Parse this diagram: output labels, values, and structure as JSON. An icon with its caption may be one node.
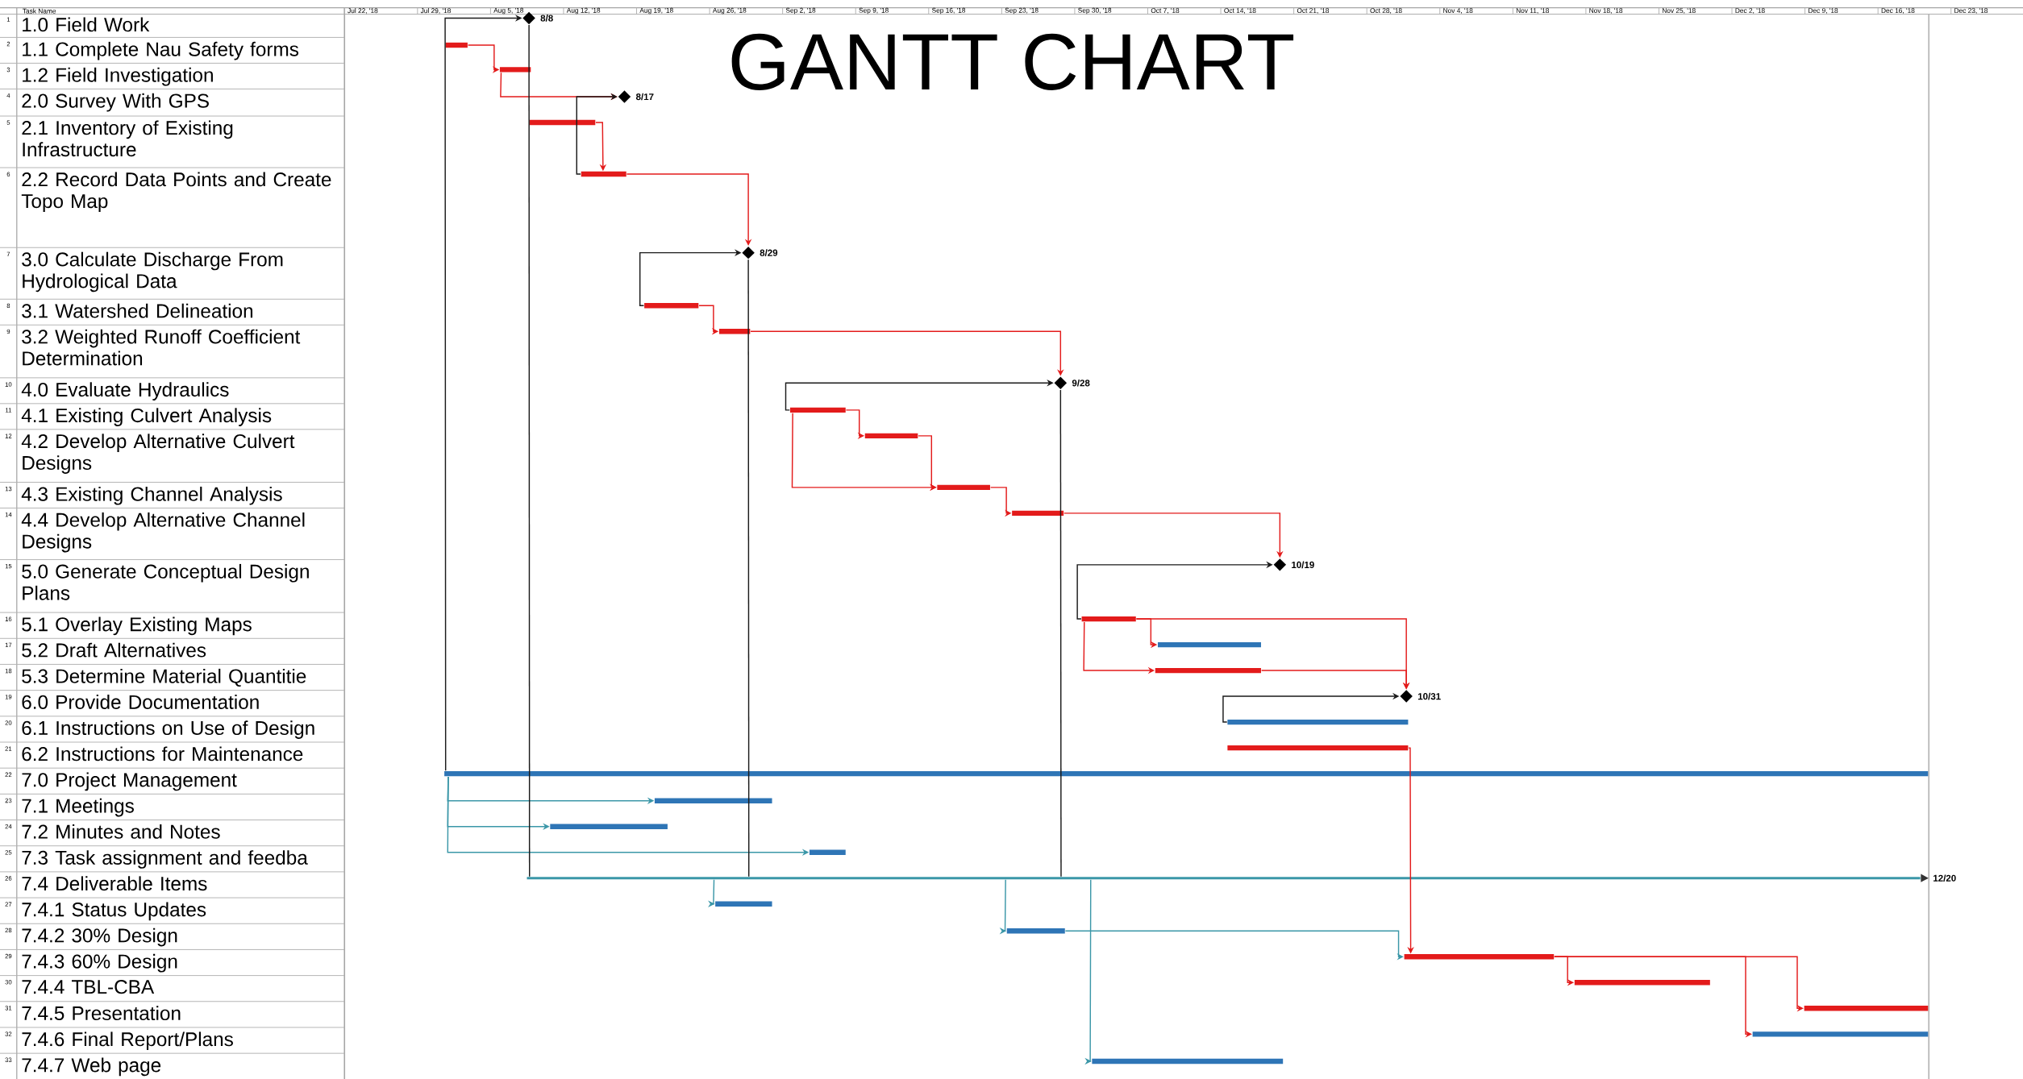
{
  "diagram": {
    "title": "GANTT CHART",
    "nodes": [
      {
        "text": [
          "1.0 Field Work"
        ]
      },
      {
        "text": [
          "1.1 Complete Nau Safety forms"
        ]
      },
      {
        "text": [
          "1.2 Field Investigation"
        ]
      },
      {
        "text": [
          "2.0 Survey With GPS"
        ]
      },
      {
        "text": [
          "2.1 Inventory of Existing Infrastructure"
        ]
      },
      {
        "text": [
          "2.2 Record Data Points and Create Topo Map"
        ]
      },
      {
        "text": [
          "3.0 Calculate Discharge From Hydrological Data"
        ]
      },
      {
        "text": [
          "3.1 Watershed Delineation"
        ]
      },
      {
        "text": [
          "3.2 Weighted Runoff Coefficient Determination"
        ]
      },
      {
        "text": [
          "4.0 Evaluate Hydraulics"
        ]
      },
      {
        "text": [
          "4.1 Existing Culvert Analysis"
        ]
      },
      {
        "text": [
          "4.2 Develop Alternative Culvert Designs"
        ]
      },
      {
        "text": [
          "4.3 Existing Channel Analysis"
        ]
      },
      {
        "text": [
          "4.4 Develop Alternative Channel Designs"
        ]
      },
      {
        "text": [
          "5.0 Generate Conceptual Design Plans"
        ]
      },
      {
        "text": [
          "5.1 Overlay Existing Maps"
        ]
      },
      {
        "text": [
          "5.2 Draft Alternatives"
        ]
      },
      {
        "text": [
          "5.3 Determine Material Quantitie"
        ]
      },
      {
        "text": [
          "6.0 Provide Documentation"
        ]
      },
      {
        "text": [
          "6.1 Instructions on Use of Design"
        ]
      },
      {
        "text": [
          "6.2 Instructions for Maintenance"
        ]
      },
      {
        "text": [
          "7.0 Project Management"
        ]
      },
      {
        "text": [
          "7.1 Meetings"
        ]
      },
      {
        "text": [
          "7.2 Minutes and Notes"
        ]
      },
      {
        "text": [
          "7.3 Task assignment and feedba"
        ]
      },
      {
        "text": [
          "7.4 Deliverable Items"
        ]
      },
      {
        "text": [
          "7.4.1 Status Updates"
        ]
      },
      {
        "text": [
          "7.4.2 30% Design"
        ]
      },
      {
        "text": [
          "7.4.3 60% Design"
        ]
      },
      {
        "text": [
          "7.4.4 TBL-CBA"
        ]
      },
      {
        "text": [
          "7.4.5 Presentation"
        ]
      },
      {
        "text": [
          "7.4.6 Final Report/Plans"
        ]
      },
      {
        "text": [
          "7.4.7 Web page"
        ]
      },
      {
        "text": [],
        "shape": "diamond",
        "beside": [
          "8/8"
        ]
      },
      {
        "text": [],
        "shape": "bar"
      },
      {
        "text": [],
        "shape": "bar"
      },
      {
        "text": [],
        "shape": "diamond",
        "beside": [
          "8/17"
        ]
      },
      {
        "text": [],
        "shape": "bar"
      },
      {
        "text": [],
        "shape": "bar"
      },
      {
        "text": [],
        "shape": "diamond",
        "beside": [
          "8/29"
        ]
      },
      {
        "text": [],
        "shape": "bar"
      },
      {
        "text": [],
        "shape": "bar"
      },
      {
        "text": [],
        "shape": "diamond",
        "beside": [
          "9/28"
        ]
      },
      {
        "text": [],
        "shape": "bar"
      },
      {
        "text": [],
        "shape": "bar"
      },
      {
        "text": [],
        "shape": "bar"
      },
      {
        "text": [],
        "shape": "bar"
      },
      {
        "text": [],
        "shape": "diamond",
        "beside": [
          "10/19"
        ]
      },
      {
        "text": [],
        "shape": "bar"
      },
      {
        "text": [],
        "shape": "bar"
      },
      {
        "text": [],
        "shape": "bar"
      },
      {
        "text": [],
        "shape": "diamond",
        "beside": [
          "10/31"
        ]
      },
      {
        "text": [],
        "shape": "bar"
      },
      {
        "text": [],
        "shape": "bar"
      },
      {
        "text": [],
        "shape": "bar"
      },
      {
        "text": [],
        "shape": "bar"
      },
      {
        "text": [],
        "shape": "bar"
      },
      {
        "text": [],
        "shape": "bar"
      },
      {
        "text": [],
        "shape": "bar",
        "beside": [
          "12/20"
        ]
      },
      {
        "text": [],
        "shape": "bar"
      },
      {
        "text": [],
        "shape": "bar"
      },
      {
        "text": [],
        "shape": "bar"
      },
      {
        "text": [],
        "shape": "bar"
      },
      {
        "text": [],
        "shape": "bar"
      },
      {
        "text": [],
        "shape": "bar"
      },
      {
        "text": [],
        "shape": "bar"
      }
    ],
    "edges": [
      {
        "from": 34,
        "to": 35,
        "arrow": "to"
      },
      {
        "from": 35,
        "to": 36,
        "arrow": "to"
      },
      {
        "from": 37,
        "to": 38,
        "arrow": "to"
      },
      {
        "from": 38,
        "to": 36,
        "arrow": "to",
        "color": "#1a1a1a"
      },
      {
        "from": 38,
        "to": 39,
        "arrow": "to"
      },
      {
        "from": 40,
        "to": 39,
        "arrow": "to",
        "color": "#1a1a1a"
      },
      {
        "from": 40,
        "to": 41,
        "arrow": "to"
      },
      {
        "from": 41,
        "to": 42,
        "arrow": "to"
      },
      {
        "from": 43,
        "to": 42,
        "arrow": "to",
        "color": "#1a1a1a"
      },
      {
        "from": 43,
        "to": 44,
        "arrow": "to"
      },
      {
        "from": 44,
        "to": 45,
        "arrow": "to"
      },
      {
        "from": 43,
        "to": 45,
        "arrow": "to"
      },
      {
        "from": 45,
        "to": 46,
        "arrow": "to"
      },
      {
        "from": 46,
        "to": 47,
        "arrow": "to"
      },
      {
        "from": 48,
        "to": 47,
        "arrow": "to",
        "color": "#1a1a1a"
      },
      {
        "from": 48,
        "to": 49,
        "arrow": "to"
      },
      {
        "from": 48,
        "to": 50,
        "arrow": "to"
      },
      {
        "from": 48,
        "to": 51,
        "arrow": "to"
      },
      {
        "from": 50,
        "to": 51,
        "arrow": "to"
      },
      {
        "from": 52,
        "to": 51,
        "arrow": "to",
        "color": "#1a1a1a"
      },
      {
        "from": 53,
        "to": 61,
        "arrow": "to"
      },
      {
        "from": 54,
        "to": 55,
        "arrow": "to",
        "color": "#3b97a8"
      },
      {
        "from": 54,
        "to": 56,
        "arrow": "to",
        "color": "#3b97a8"
      },
      {
        "from": 54,
        "to": 57,
        "arrow": "to",
        "color": "#3b97a8"
      },
      {
        "from": 54,
        "to": 33,
        "arrow": "to",
        "color": "#1a1a1a"
      },
      {
        "from": 33,
        "to": 58,
        "arrow": "none",
        "color": "#1a1a1a"
      },
      {
        "from": 39,
        "to": 58,
        "arrow": "none",
        "color": "#1a1a1a"
      },
      {
        "from": 42,
        "to": 58,
        "arrow": "none",
        "color": "#1a1a1a"
      },
      {
        "from": 58,
        "to": 59,
        "arrow": "to",
        "color": "#3b97a8"
      },
      {
        "from": 58,
        "to": 60,
        "arrow": "to",
        "color": "#3b97a8"
      },
      {
        "from": 58,
        "to": 65,
        "arrow": "to",
        "color": "#3b97a8"
      },
      {
        "from": 60,
        "to": 61,
        "arrow": "to",
        "color": "#3b97a8"
      },
      {
        "from": 61,
        "to": 62,
        "arrow": "to"
      },
      {
        "from": 61,
        "to": 63,
        "arrow": "to"
      },
      {
        "from": 61,
        "to": 64,
        "arrow": "to"
      }
    ],
    "labels": [
      "Task Name",
      "Jul 22, '18",
      "Jul 29, '18",
      "Aug 5, '18",
      "Aug 12, '18",
      "Aug 19, '18",
      "Aug 26, '18",
      "Sep 2, '18",
      "Sep 9, '18",
      "Sep 16, '18",
      "Sep 23, '18",
      "Sep 30, '18",
      "Oct 7, '18",
      "Oct 14, '18",
      "Oct 21, '18",
      "Oct 28, '18",
      "Nov 4, '18",
      "Nov 11, '18",
      "Nov 18, '18",
      "Nov 25, '18",
      "Dec 2, '18",
      "Dec 9, '18",
      "Dec 16, '18",
      "Dec 23, '18",
      "1",
      "2",
      "3",
      "4",
      "5",
      "6",
      "7",
      "8",
      "9",
      "10",
      "11",
      "12",
      "13",
      "14",
      "15",
      "16",
      "17",
      "18",
      "19",
      "20",
      "21",
      "22",
      "23",
      "24",
      "25",
      "26",
      "27",
      "28",
      "29",
      "30",
      "31",
      "32",
      "33"
    ]
  }
}
